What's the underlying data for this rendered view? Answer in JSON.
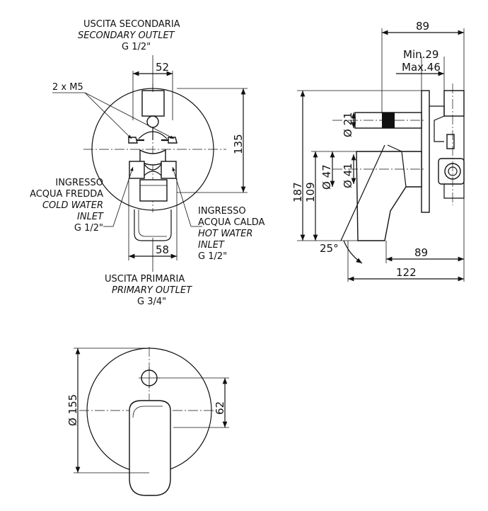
{
  "front_view": {
    "secondary_outlet": {
      "it": "USCITA SECONDARIA",
      "en": "SECONDARY OUTLET",
      "thread": "G 1/2\""
    },
    "screws": "2 x M5",
    "cold_inlet": {
      "it1": "INGRESSO",
      "it2": "ACQUA FREDDA",
      "en1": "COLD WATER",
      "en2": "INLET",
      "thread": "G 1/2\""
    },
    "hot_inlet": {
      "it1": "INGRESSO",
      "it2": "ACQUA CALDA",
      "en1": "HOT WATER",
      "en2": "INLET",
      "thread": "G 1/2\""
    },
    "primary_outlet": {
      "it": "USCITA PRIMARIA",
      "en": "PRIMARY OUTLET",
      "thread": "G 3/4\""
    },
    "dims": {
      "top_width": "52",
      "height": "135",
      "bottom_width": "58"
    }
  },
  "side_view": {
    "dims": {
      "depth_top": "89",
      "min": "Min.29",
      "max": "Max.46",
      "diam_21": "Ø 21",
      "diam_47": "Ø 47",
      "diam_41": "Ø 41",
      "h_187": "187",
      "h_109": "109",
      "angle": "25°",
      "depth_bottom": "89",
      "total": "122"
    }
  },
  "plate_view": {
    "dims": {
      "diameter": "Ø 155",
      "offset": "62"
    }
  }
}
